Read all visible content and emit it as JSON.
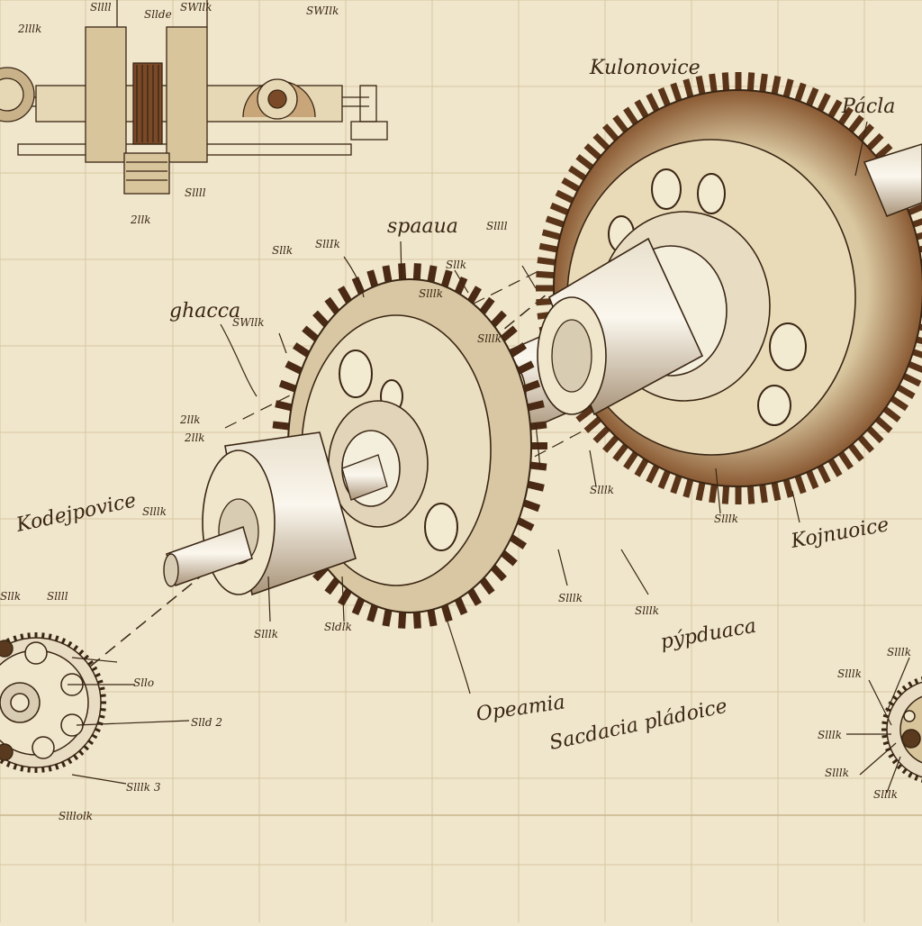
{
  "colors": {
    "paper": "#efe6cc",
    "grid": "#d9c79f",
    "ink": "#3a2614",
    "bronze": "#7a4a28",
    "metal": "#d8ccb2"
  },
  "labels": {
    "upper_right_gear": "Kulonovice",
    "shaft_end": "Pácla",
    "left_gear": "ghacca",
    "top_center": "spaaua",
    "left_side": "Kodejpovice",
    "right_side": "Kojnuoice",
    "bottom_center": "Opeamia",
    "bottom_right_line1": "Sacdacia pládoice",
    "bottom_right_line2": "pýpduaca",
    "small": {
      "s1": "Sllll",
      "s2": "Sllde",
      "s3": "SWllk",
      "s4": "SWIlk",
      "s5": "2lllk",
      "s6": "2llk",
      "s7": "Sllll",
      "s8": "Sllk",
      "s9": "SllIk",
      "s10": "SWllk",
      "s11": "2llk",
      "s12": "Sllll",
      "s13": "Sllk",
      "s14": "Slllk",
      "s15": "Slllk",
      "s16": "Slllk",
      "s17": "Slllk",
      "s18": "Sldlk",
      "s19": "Slld 2",
      "s20": "Slllk 3",
      "s21": "Slllolk",
      "s22": "Sllo",
      "s23": "Slllk",
      "s24": "Slllk",
      "s25": "Slllk",
      "s26": "Slllk",
      "s27": "Slllk"
    }
  }
}
